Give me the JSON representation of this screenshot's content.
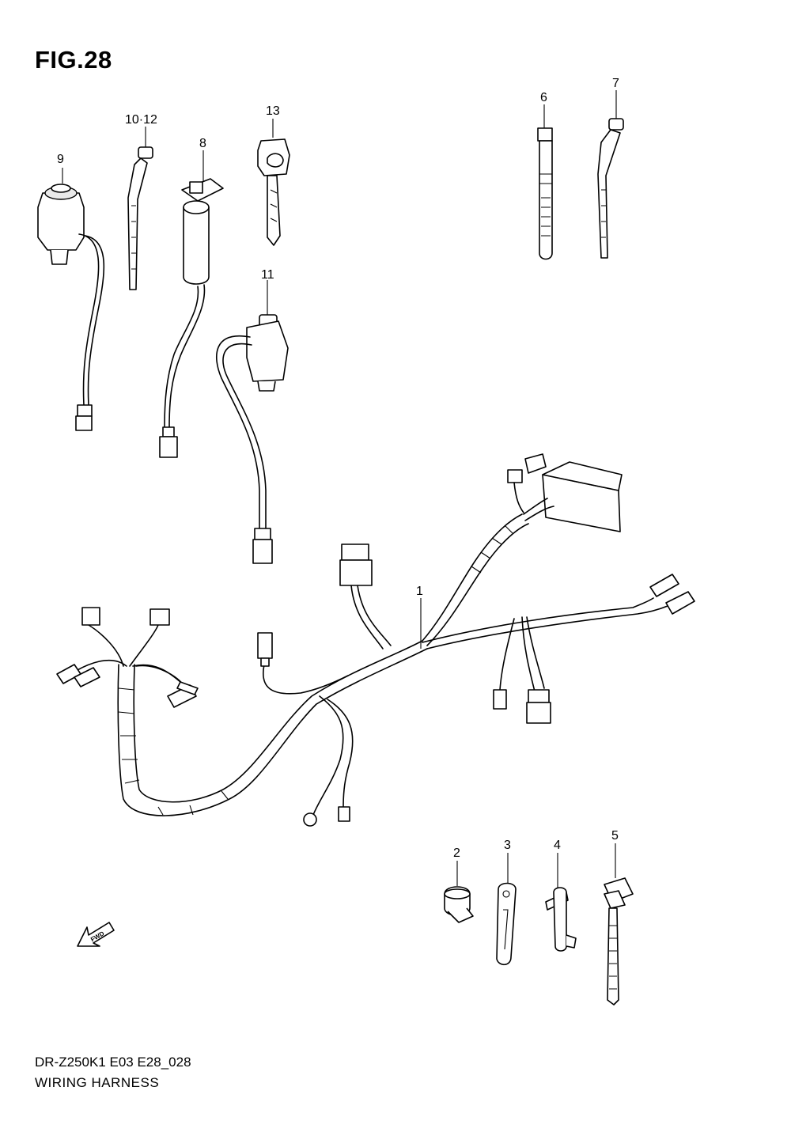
{
  "figure": {
    "title": "FIG.28",
    "code": "DR-Z250K1 E03 E28_028",
    "name": "WIRING HARNESS"
  },
  "callouts": {
    "p1": "1",
    "p2": "2",
    "p3": "3",
    "p4": "4",
    "p5": "5",
    "p6": "6",
    "p7": "7",
    "p8": "8",
    "p9": "9",
    "p10_12": "10·12",
    "p11": "11",
    "p13": "13"
  },
  "direction_marker": {
    "label": "FWD",
    "icon": "fwd-arrow-icon"
  },
  "colors": {
    "line": "#000000",
    "background": "#ffffff"
  }
}
